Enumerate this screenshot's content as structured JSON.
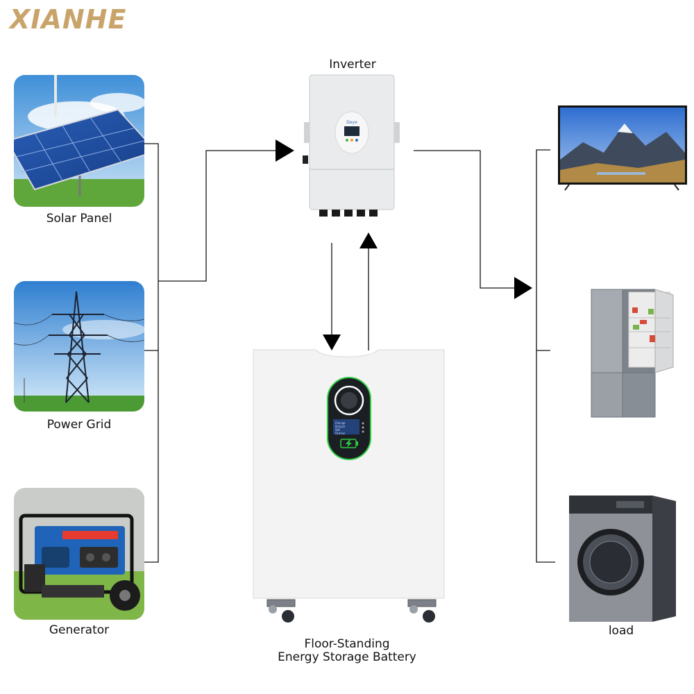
{
  "brand": {
    "logo_text": "XIANHE",
    "color": "#c9a46a"
  },
  "sources": [
    {
      "label": "Solar Panel",
      "icon": "solar-panel-icon"
    },
    {
      "label": "Power Grid",
      "icon": "power-tower-icon"
    },
    {
      "label": "Generator",
      "icon": "generator-icon"
    }
  ],
  "inverter": {
    "label": "Inverter",
    "display_brand": "Deye"
  },
  "battery": {
    "label_line1": "Floor-Standing",
    "label_line2": "Energy Storage Battery",
    "screen_lines": [
      "Charge",
      "Output",
      "SOC",
      "Status"
    ]
  },
  "load": {
    "label": "load",
    "devices": [
      "tv-icon",
      "refrigerator-icon",
      "washing-machine-icon"
    ]
  }
}
